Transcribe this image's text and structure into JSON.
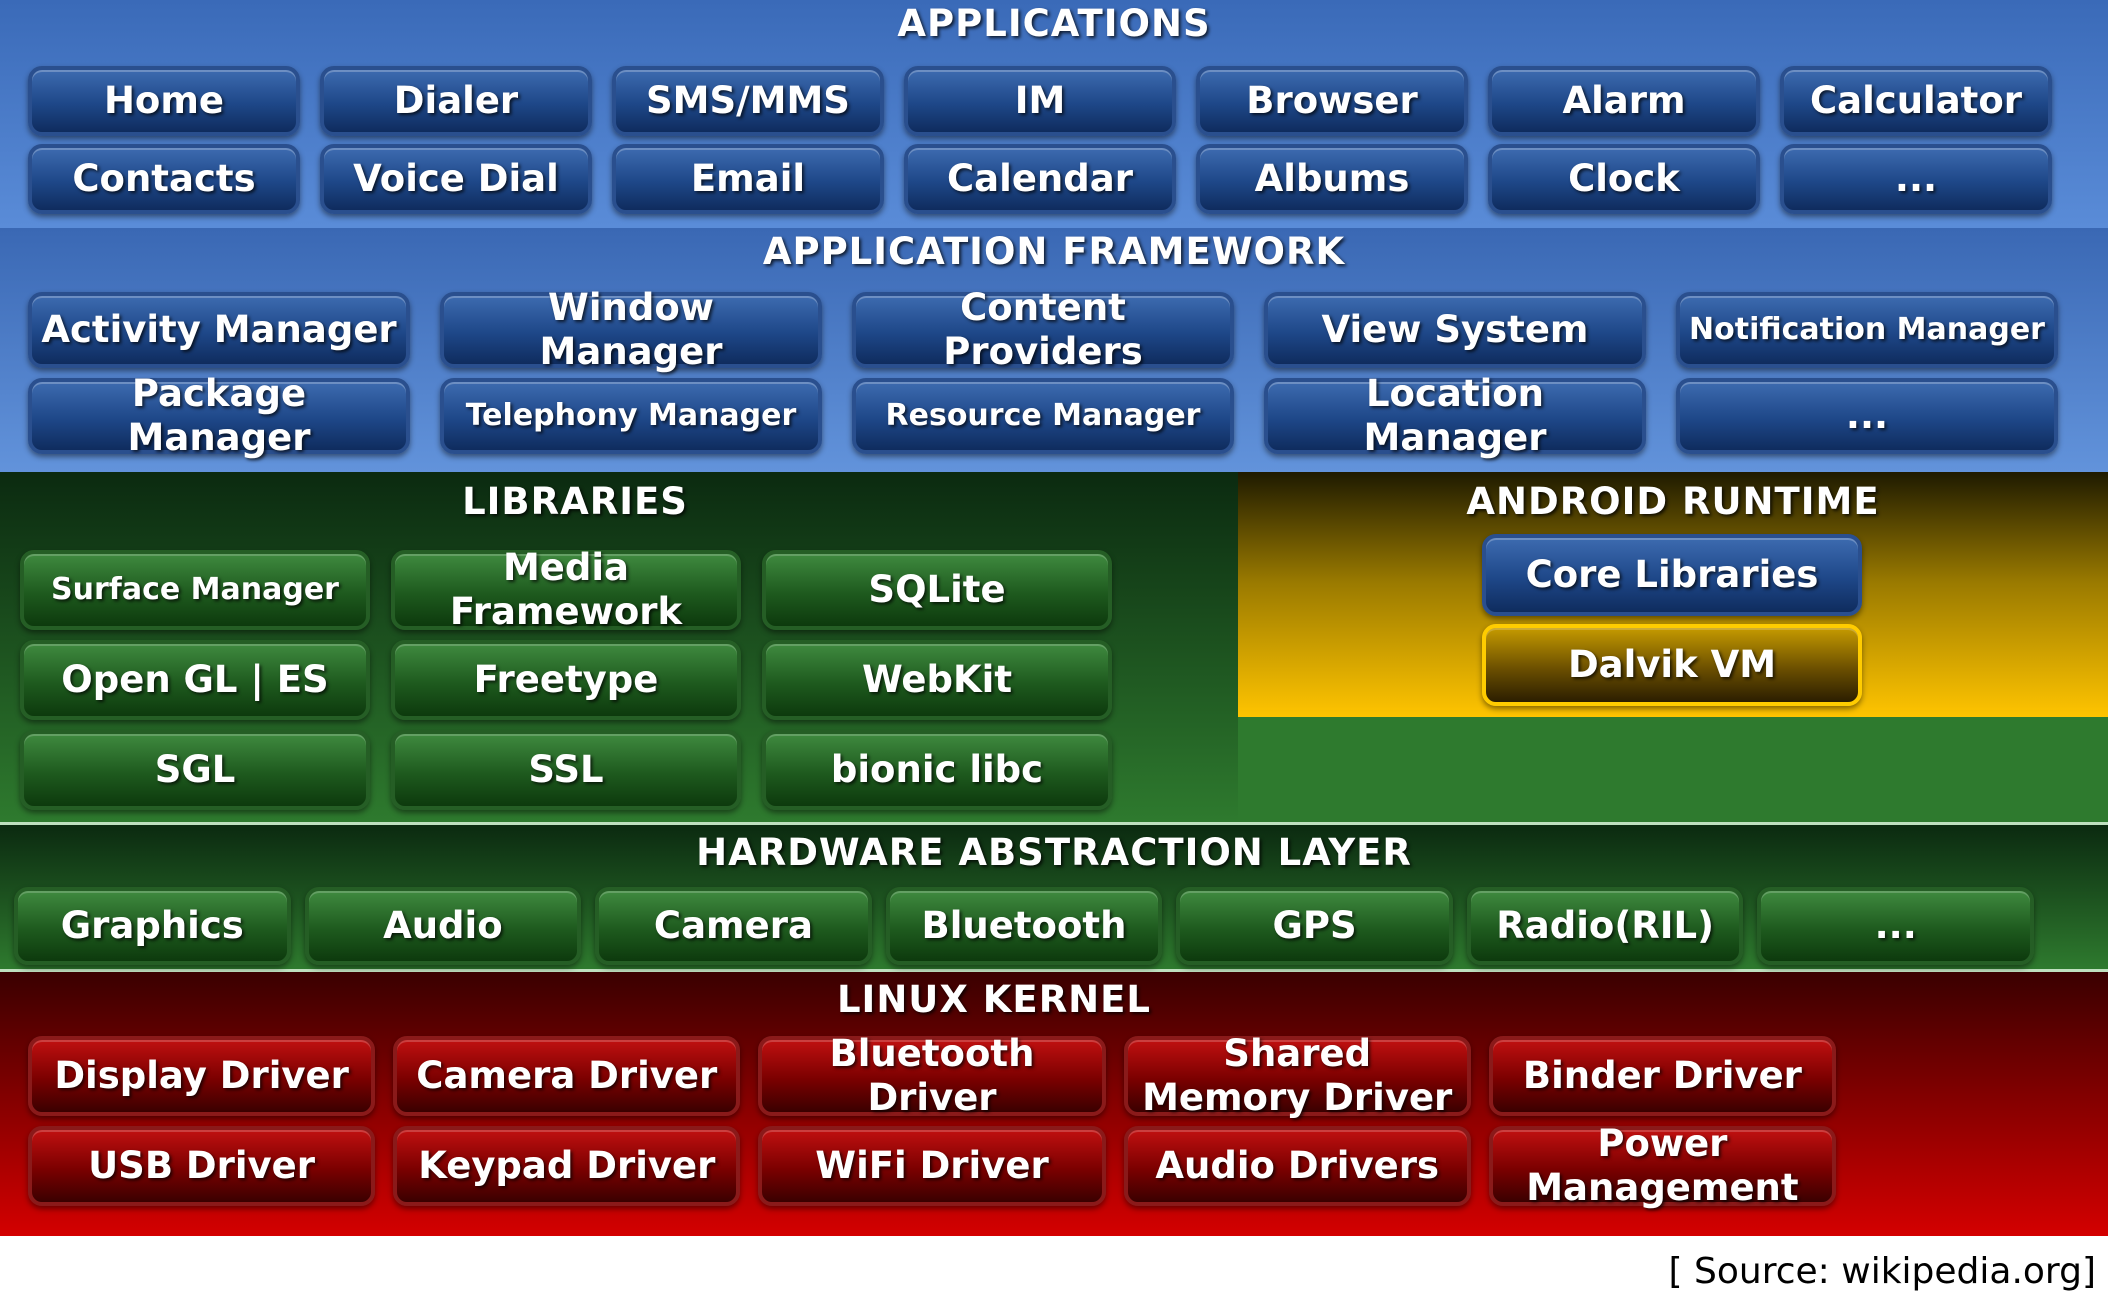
{
  "applications": {
    "title": "APPLICATIONS",
    "items": [
      "Home",
      "Dialer",
      "SMS/MMS",
      "IM",
      "Browser",
      "Alarm",
      "Calculator",
      "Contacts",
      "Voice Dial",
      "Email",
      "Calendar",
      "Albums",
      "Clock",
      "..."
    ]
  },
  "framework": {
    "title": "APPLICATION FRAMEWORK",
    "items": [
      "Activity Manager",
      "Window Manager",
      "Content Providers",
      "View System",
      "Notification Manager",
      "Package Manager",
      "Telephony Manager",
      "Resource Manager",
      "Location Manager",
      "..."
    ]
  },
  "libraries": {
    "title": "LIBRARIES",
    "items": [
      "Surface Manager",
      "Media Framework",
      "SQLite",
      "Open GL | ES",
      "Freetype",
      "WebKit",
      "SGL",
      "SSL",
      "bionic libc"
    ]
  },
  "runtime": {
    "title": "ANDROID RUNTIME",
    "items": [
      "Core Libraries",
      "Dalvik VM"
    ]
  },
  "hal": {
    "title": "HARDWARE ABSTRACTION LAYER",
    "items": [
      "Graphics",
      "Audio",
      "Camera",
      "Bluetooth",
      "GPS",
      "Radio(RIL)",
      "..."
    ]
  },
  "kernel": {
    "title": "LINUX KERNEL",
    "items": [
      "Display Driver",
      "Camera Driver",
      "Bluetooth Driver",
      "Shared Memory Driver",
      "Binder Driver",
      "USB Driver",
      "Keypad Driver",
      "WiFi Driver",
      "Audio Drivers",
      "Power Management"
    ]
  },
  "source": "[ Source: wikipedia.org]",
  "colors": {
    "applications": "#4a7cc8",
    "libraries": "#2e7a2e",
    "runtime": "#ffc400",
    "kernel": "#d40000"
  }
}
